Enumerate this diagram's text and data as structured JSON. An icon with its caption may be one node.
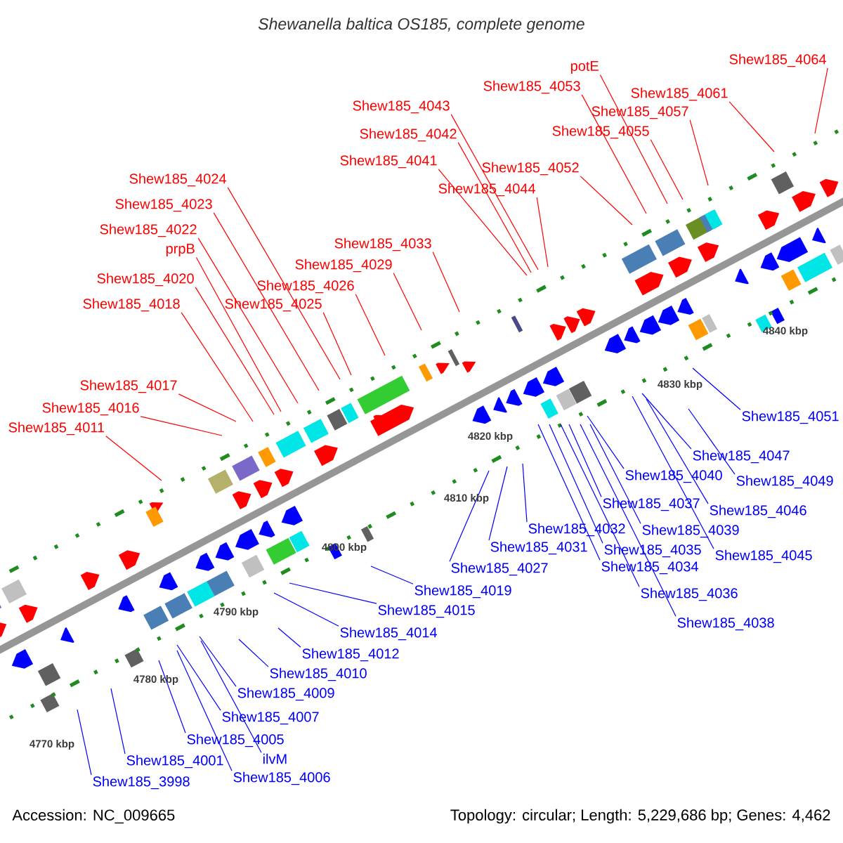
{
  "diagram": {
    "title": "Shewanella baltica OS185, complete genome",
    "nodes": [
      {
        "text": [
          "Shew185_4064"
        ]
      },
      {
        "text": [
          "potE"
        ]
      },
      {
        "text": [
          "Shew185_4053"
        ]
      },
      {
        "text": [
          "Shew185_4061"
        ]
      },
      {
        "text": [
          "Shew185_4043"
        ]
      },
      {
        "text": [
          "Shew185_4057"
        ]
      },
      {
        "text": [
          "Shew185_4055"
        ]
      },
      {
        "text": [
          "Shew185_4042"
        ]
      },
      {
        "text": [
          "Shew185_4041"
        ]
      },
      {
        "text": [
          "Shew185_4052"
        ]
      },
      {
        "text": [
          "Shew185_4024"
        ]
      },
      {
        "text": [
          "Shew185_4044"
        ]
      },
      {
        "text": [
          "Shew185_4023"
        ]
      },
      {
        "text": [
          "Shew185_4022"
        ]
      },
      {
        "text": [
          "Shew185_4033"
        ]
      },
      {
        "text": [
          "prpB"
        ]
      },
      {
        "text": [
          "Shew185_4029"
        ]
      },
      {
        "text": [
          "Shew185_4020"
        ]
      },
      {
        "text": [
          "Shew185_4026"
        ]
      },
      {
        "text": [
          "Shew185_4018"
        ]
      },
      {
        "text": [
          "Shew185_4025"
        ]
      },
      {
        "text": [
          "Shew185_4017"
        ]
      },
      {
        "text": [
          "Shew185_4016"
        ]
      },
      {
        "text": [
          "Shew185_4011"
        ]
      },
      {
        "text": [
          "Shew185_4051"
        ]
      },
      {
        "text": [
          "Shew185_4047"
        ]
      },
      {
        "text": [
          "Shew185_4040"
        ]
      },
      {
        "text": [
          "Shew185_4049"
        ]
      },
      {
        "text": [
          "Shew185_4037"
        ]
      },
      {
        "text": [
          "Shew185_4046"
        ]
      },
      {
        "text": [
          "Shew185_4032"
        ]
      },
      {
        "text": [
          "Shew185_4039"
        ]
      },
      {
        "text": [
          "Shew185_4031"
        ]
      },
      {
        "text": [
          "Shew185_4035"
        ]
      },
      {
        "text": [
          "Shew185_4045"
        ]
      },
      {
        "text": [
          "Shew185_4034"
        ]
      },
      {
        "text": [
          "Shew185_4027"
        ]
      },
      {
        "text": [
          "Shew185_4019"
        ]
      },
      {
        "text": [
          "Shew185_4036"
        ]
      },
      {
        "text": [
          "Shew185_4015"
        ]
      },
      {
        "text": [
          "Shew185_4038"
        ]
      },
      {
        "text": [
          "Shew185_4014"
        ]
      },
      {
        "text": [
          "Shew185_4012"
        ]
      },
      {
        "text": [
          "Shew185_4010"
        ]
      },
      {
        "text": [
          "Shew185_4009"
        ]
      },
      {
        "text": [
          "Shew185_4007"
        ]
      },
      {
        "text": [
          "Shew185_4005"
        ]
      },
      {
        "text": [
          "ilvM"
        ]
      },
      {
        "text": [
          "Shew185_4001"
        ]
      },
      {
        "text": [
          "Shew185_4006"
        ]
      },
      {
        "text": [
          "Shew185_3998"
        ]
      }
    ],
    "edges": [
      {
        "from": 0,
        "to": null,
        "arrow": "none",
        "color": "#ff0000"
      },
      {
        "from": 1,
        "to": null,
        "arrow": "none",
        "color": "#ff0000"
      },
      {
        "from": 2,
        "to": null,
        "arrow": "none",
        "color": "#ff0000"
      },
      {
        "from": 3,
        "to": null,
        "arrow": "none",
        "color": "#ff0000"
      },
      {
        "from": 4,
        "to": null,
        "arrow": "none",
        "color": "#ff0000"
      },
      {
        "from": 5,
        "to": null,
        "arrow": "none",
        "color": "#ff0000"
      },
      {
        "from": 6,
        "to": null,
        "arrow": "none",
        "color": "#ff0000"
      },
      {
        "from": 7,
        "to": null,
        "arrow": "none",
        "color": "#ff0000"
      },
      {
        "from": 8,
        "to": null,
        "arrow": "none",
        "color": "#ff0000"
      },
      {
        "from": 9,
        "to": null,
        "arrow": "none",
        "color": "#ff0000"
      },
      {
        "from": 10,
        "to": null,
        "arrow": "none",
        "color": "#ff0000"
      },
      {
        "from": 11,
        "to": null,
        "arrow": "none",
        "color": "#ff0000"
      },
      {
        "from": 12,
        "to": null,
        "arrow": "none",
        "color": "#ff0000"
      },
      {
        "from": 13,
        "to": null,
        "arrow": "none",
        "color": "#ff0000"
      },
      {
        "from": 14,
        "to": null,
        "arrow": "none",
        "color": "#ff0000"
      },
      {
        "from": 15,
        "to": null,
        "arrow": "none",
        "color": "#ff0000"
      },
      {
        "from": 16,
        "to": null,
        "arrow": "none",
        "color": "#ff0000"
      },
      {
        "from": 17,
        "to": null,
        "arrow": "none",
        "color": "#ff0000"
      },
      {
        "from": 18,
        "to": null,
        "arrow": "none",
        "color": "#ff0000"
      },
      {
        "from": 19,
        "to": null,
        "arrow": "none",
        "color": "#ff0000"
      },
      {
        "from": 20,
        "to": null,
        "arrow": "none",
        "color": "#ff0000"
      },
      {
        "from": 21,
        "to": null,
        "arrow": "none",
        "color": "#ff0000"
      },
      {
        "from": 22,
        "to": null,
        "arrow": "none",
        "color": "#ff0000"
      },
      {
        "from": 23,
        "to": null,
        "arrow": "none",
        "color": "#ff0000"
      },
      {
        "from": 24,
        "to": null,
        "arrow": "none"
      },
      {
        "from": 25,
        "to": null,
        "arrow": "none"
      },
      {
        "from": 26,
        "to": null,
        "arrow": "none"
      },
      {
        "from": 27,
        "to": null,
        "arrow": "none"
      },
      {
        "from": 28,
        "to": null,
        "arrow": "none"
      },
      {
        "from": 29,
        "to": null,
        "arrow": "none"
      },
      {
        "from": 30,
        "to": null,
        "arrow": "none"
      },
      {
        "from": 31,
        "to": null,
        "arrow": "none"
      },
      {
        "from": 32,
        "to": null,
        "arrow": "none"
      },
      {
        "from": 33,
        "to": null,
        "arrow": "none"
      },
      {
        "from": 34,
        "to": null,
        "arrow": "none"
      },
      {
        "from": 35,
        "to": null,
        "arrow": "none"
      },
      {
        "from": 36,
        "to": null,
        "arrow": "none"
      },
      {
        "from": 37,
        "to": null,
        "arrow": "none"
      },
      {
        "from": 38,
        "to": null,
        "arrow": "none"
      },
      {
        "from": 39,
        "to": null,
        "arrow": "none"
      },
      {
        "from": 40,
        "to": null,
        "arrow": "none"
      },
      {
        "from": 41,
        "to": null,
        "arrow": "none"
      },
      {
        "from": 42,
        "to": null,
        "arrow": "none"
      },
      {
        "from": 43,
        "to": null,
        "arrow": "none"
      },
      {
        "from": 44,
        "to": null,
        "arrow": "none"
      },
      {
        "from": 45,
        "to": null,
        "arrow": "none"
      },
      {
        "from": 46,
        "to": null,
        "arrow": "none"
      },
      {
        "from": 47,
        "to": null,
        "arrow": "none"
      },
      {
        "from": 48,
        "to": null,
        "arrow": "none"
      },
      {
        "from": 49,
        "to": null,
        "arrow": "none"
      },
      {
        "from": 50,
        "to": null,
        "arrow": "none"
      }
    ],
    "labels": [
      "4840 kbp",
      "4830 kbp",
      "4820 kbp",
      "4810 kbp",
      "4800 kbp",
      "4790 kbp",
      "4780 kbp",
      "4770 kbp",
      "Accession: NC_009665",
      "Topology: circular; Length: 5,229,686 bp; Genes: 4,462"
    ]
  }
}
